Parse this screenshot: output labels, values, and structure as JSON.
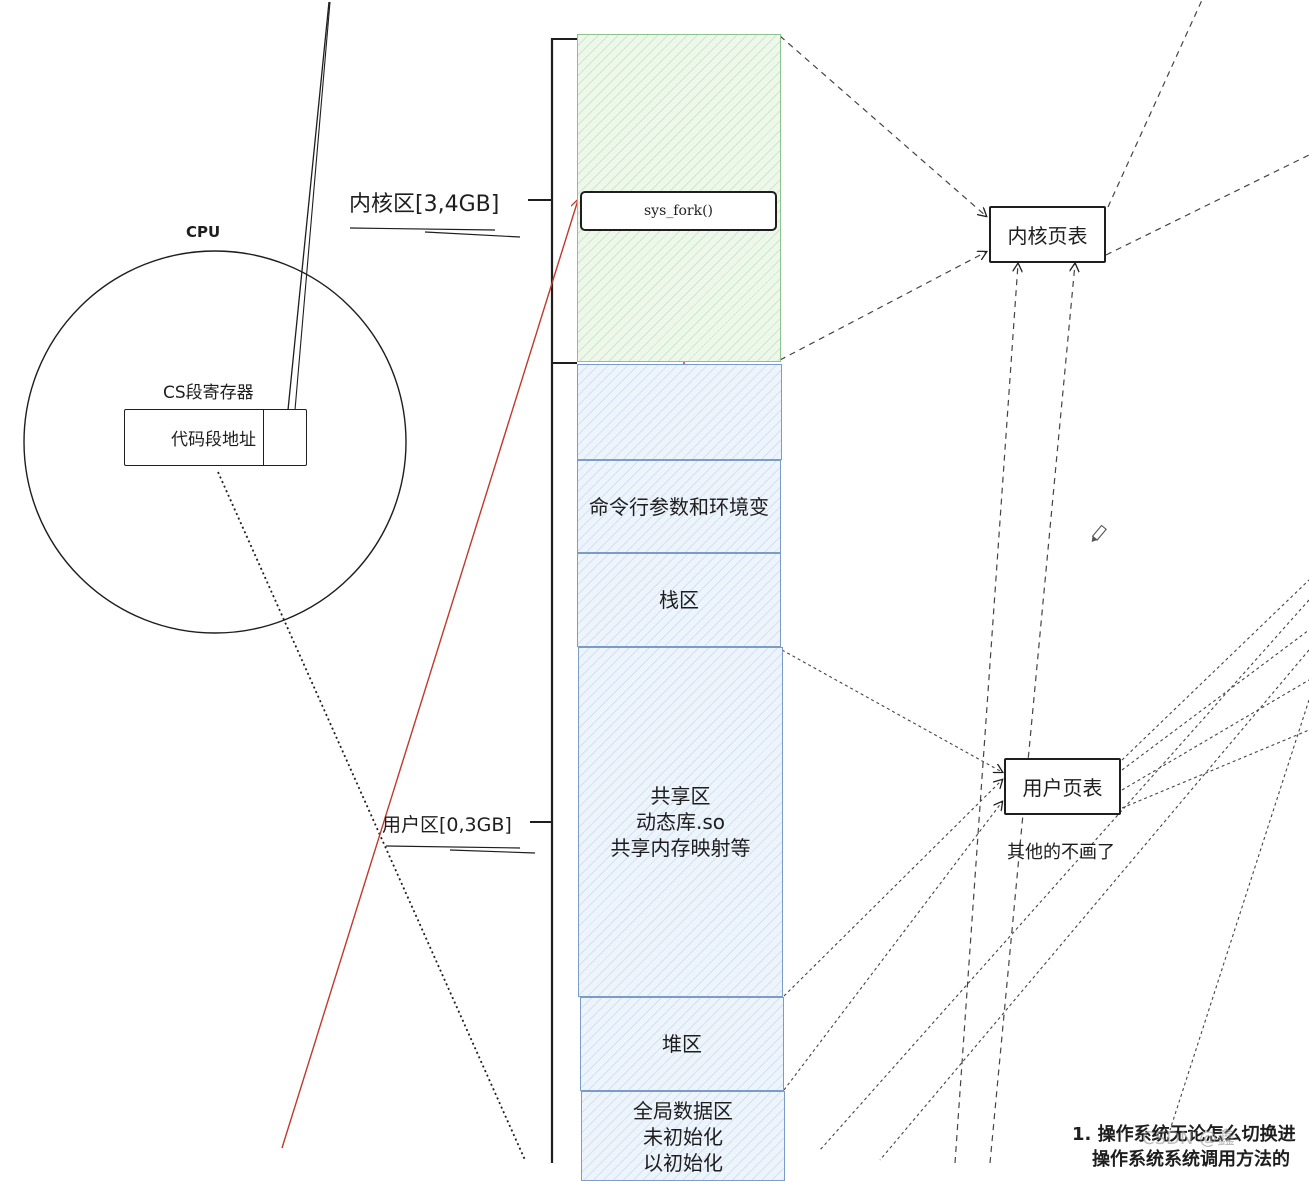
{
  "cpu": {
    "title": "CPU",
    "register_label": "CS段寄存器",
    "register_value": "代码段地址"
  },
  "kernel": {
    "label": "内核区[3,4GB]",
    "syscall": "sys_fork()",
    "page_table": "内核页表"
  },
  "user": {
    "label": "用户区[0,3GB]",
    "page_table": "用户页表",
    "note": "其他的不画了",
    "segments": {
      "args_env": "命令行参数和环境变",
      "stack": "栈区",
      "shared_1": "共享区",
      "shared_2": "动态库.so",
      "shared_3": "共享内存映射等",
      "heap": "堆区",
      "global_1": "全局数据区",
      "global_2": "未初始化",
      "global_3": "以初始化"
    }
  },
  "notes": {
    "line1": "1. 操作系统无论怎么切换进",
    "line2": "操作系统系统调用方法的"
  },
  "watermark": "CSDN @鑫"
}
